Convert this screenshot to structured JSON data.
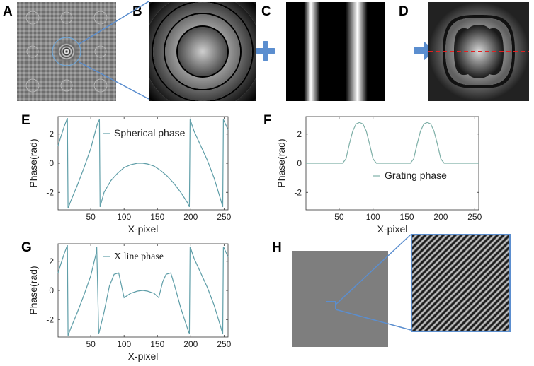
{
  "figure": {
    "panels": [
      "A",
      "B",
      "C",
      "D",
      "E",
      "F",
      "G",
      "H"
    ]
  },
  "chart_data": [
    {
      "id": "E",
      "type": "line",
      "ylabel": "Phase(rad)",
      "xlabel": "X-pixel",
      "xlim": [
        1,
        256
      ],
      "ylim": [
        -3.2,
        3.2
      ],
      "xticks": [
        50,
        100,
        150,
        200,
        250
      ],
      "yticks": [
        -2,
        0,
        2
      ],
      "legend": "Spherical phase",
      "color": "#5f9ea8",
      "x": [
        1,
        5,
        10,
        15,
        16,
        20,
        30,
        40,
        50,
        60,
        63,
        64,
        70,
        80,
        90,
        100,
        110,
        120,
        128,
        135,
        145,
        155,
        165,
        175,
        185,
        195,
        198,
        199,
        205,
        215,
        225,
        235,
        245,
        248,
        249,
        252,
        256
      ],
      "y": [
        1.2,
        1.8,
        2.5,
        3.1,
        -3.1,
        -2.6,
        -1.5,
        -0.3,
        1.0,
        2.7,
        3.0,
        -3.0,
        -2.0,
        -1.2,
        -0.7,
        -0.3,
        -0.1,
        0.0,
        0.0,
        -0.05,
        -0.2,
        -0.5,
        -0.9,
        -1.4,
        -2.0,
        -2.7,
        -3.0,
        3.0,
        2.2,
        1.2,
        0.2,
        -1.0,
        -2.5,
        -3.0,
        3.0,
        2.7,
        2.3
      ]
    },
    {
      "id": "F",
      "type": "line",
      "ylabel": "Phase(rad)",
      "xlabel": "X-pixel",
      "xlim": [
        1,
        256
      ],
      "ylim": [
        -3.2,
        3.2
      ],
      "xticks": [
        50,
        100,
        150,
        200,
        250
      ],
      "yticks": [
        -2,
        0,
        2
      ],
      "legend": "Grating phase",
      "color": "#7fb0a8",
      "x": [
        1,
        55,
        60,
        65,
        70,
        75,
        80,
        85,
        90,
        95,
        100,
        105,
        155,
        160,
        165,
        170,
        175,
        180,
        185,
        190,
        195,
        200,
        205,
        256
      ],
      "y": [
        0,
        0,
        0.3,
        1.3,
        2.2,
        2.7,
        2.8,
        2.7,
        2.2,
        1.3,
        0.3,
        0,
        0,
        0.3,
        1.3,
        2.2,
        2.7,
        2.8,
        2.7,
        2.2,
        1.3,
        0.3,
        0,
        0
      ]
    },
    {
      "id": "G",
      "type": "line",
      "ylabel": "Phase(rad)",
      "xlabel": "X-pixel",
      "xlim": [
        1,
        256
      ],
      "ylim": [
        -3.2,
        3.2
      ],
      "xticks": [
        50,
        100,
        150,
        200,
        250
      ],
      "yticks": [
        -2,
        0,
        2
      ],
      "legend": "X line phase",
      "color": "#5f9ea8",
      "x": [
        1,
        5,
        10,
        15,
        16,
        20,
        30,
        40,
        50,
        58,
        59,
        62,
        70,
        78,
        85,
        92,
        100,
        110,
        120,
        128,
        135,
        145,
        152,
        158,
        163,
        170,
        176,
        185,
        195,
        198,
        199,
        205,
        215,
        225,
        235,
        245,
        248,
        249,
        252,
        256
      ],
      "y": [
        1.2,
        1.8,
        2.5,
        3.1,
        -3.1,
        -2.6,
        -1.5,
        -0.3,
        1.0,
        2.5,
        3.0,
        -3.0,
        -1.5,
        0.3,
        1.1,
        1.2,
        -0.5,
        -0.2,
        -0.05,
        0.0,
        -0.05,
        -0.2,
        -0.5,
        0.6,
        1.1,
        1.2,
        0.3,
        -1.2,
        -2.6,
        -3.0,
        3.0,
        2.2,
        1.2,
        0.2,
        -1.0,
        -2.5,
        -3.0,
        3.0,
        2.7,
        2.3
      ]
    }
  ]
}
